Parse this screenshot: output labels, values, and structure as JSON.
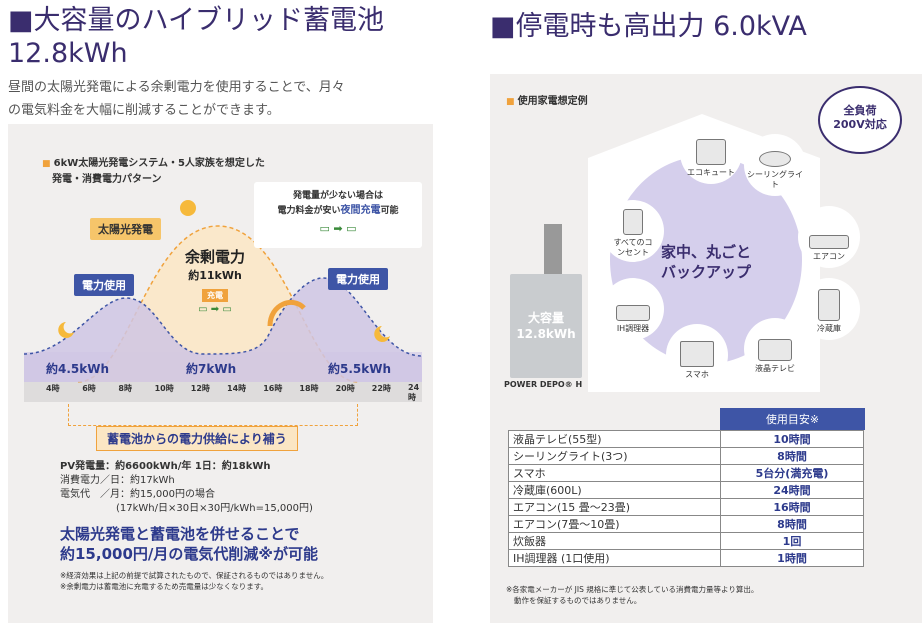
{
  "left": {
    "title_line1": "■大容量のハイブリッド蓄電池",
    "title_line2": "12.8kWh",
    "lead_line1": "昼間の太陽光発電による余剰電力を使用することで、月々",
    "lead_line2": "の電気料金を大幅に削減することができます。",
    "chart_heading_line1": "6kW太陽光発電システム・5人家族を想定した",
    "chart_heading_line2": "発電・消費電力パターン",
    "solar_label": "太陽光発電",
    "usage_label_left": "電力使用",
    "usage_label_right": "電力使用",
    "surplus_title": "余剰電力",
    "surplus_value": "約11kWh",
    "charge_label": "充電",
    "night_note_line1": "発電量が少ない場合は",
    "night_note_line2_prefix": "電力料金が安い",
    "night_note_line2_highlight": "夜間充電",
    "night_note_line2_suffix": "可能",
    "supply_label": "蓄電池からの電力供給により補う",
    "pv_line": "PV発電量：約6600kWh/年 1日：約18kWh",
    "consumption_line": "消費電力／日：約17kWh",
    "cost_line1": "電気代　／月：約15,000円の場合",
    "cost_line2": "(17kWh/日×30日×30円/kWh=15,000円)",
    "headline_line1": "太陽光発電と蓄電池を併せることで",
    "headline_line2": "約15,000円/月の電気代削減※が可能",
    "footnote1": "※経済効果は上記の前提で試算されたもので、保証されるものではありません。",
    "footnote2": "※余剰電力は蓄電池に充電するため売電量は少なくなります。"
  },
  "chart_data": {
    "type": "area",
    "categories": [
      "4時",
      "6時",
      "8時",
      "10時",
      "12時",
      "14時",
      "16時",
      "18時",
      "20時",
      "22時",
      "24時"
    ],
    "annotations": [
      "約4.5kWh",
      "約7kWh",
      "約5.5kWh"
    ]
  },
  "right": {
    "title": "■停電時も高出力 6.0kVA",
    "section_label": "使用家電想定例",
    "badge_line1": "全負荷",
    "badge_line2": "200V対応",
    "center_line1": "家中、丸ごと",
    "center_line2": "バックアップ",
    "battery_line1": "大容量",
    "battery_line2": "12.8kWh",
    "product_name": "POWER DEPO® H",
    "appliances": [
      "エコキュート",
      "シーリングライト",
      "エアコン",
      "冷蔵庫",
      "液晶テレビ",
      "スマホ",
      "IH調理器",
      "すべてのコンセント"
    ],
    "table_header": "使用目安※",
    "table_rows": [
      {
        "label": "液晶テレビ(55型)",
        "value": "10時間"
      },
      {
        "label": "シーリングライト(3つ)",
        "value": "8時間"
      },
      {
        "label": "スマホ",
        "value": "5台分(満充電)"
      },
      {
        "label": "冷蔵庫(600L)",
        "value": "24時間"
      },
      {
        "label": "エアコン(15 畳〜23畳)",
        "value": "16時間"
      },
      {
        "label": "エアコン(7畳〜10畳)",
        "value": "8時間"
      },
      {
        "label": "炊飯器",
        "value": "1回"
      },
      {
        "label": "IH調理器 (1口使用)",
        "value": "1時間"
      }
    ],
    "footnote_line1": "※各家電メーカーが JIS 規格に準じて公表している消費電力量等より算出。",
    "footnote_line2": "動作を保証するものではありません。"
  },
  "colors": {
    "accent": "#3a2d6e",
    "usage": "#3e55a6",
    "solar": "#f0a23c"
  }
}
